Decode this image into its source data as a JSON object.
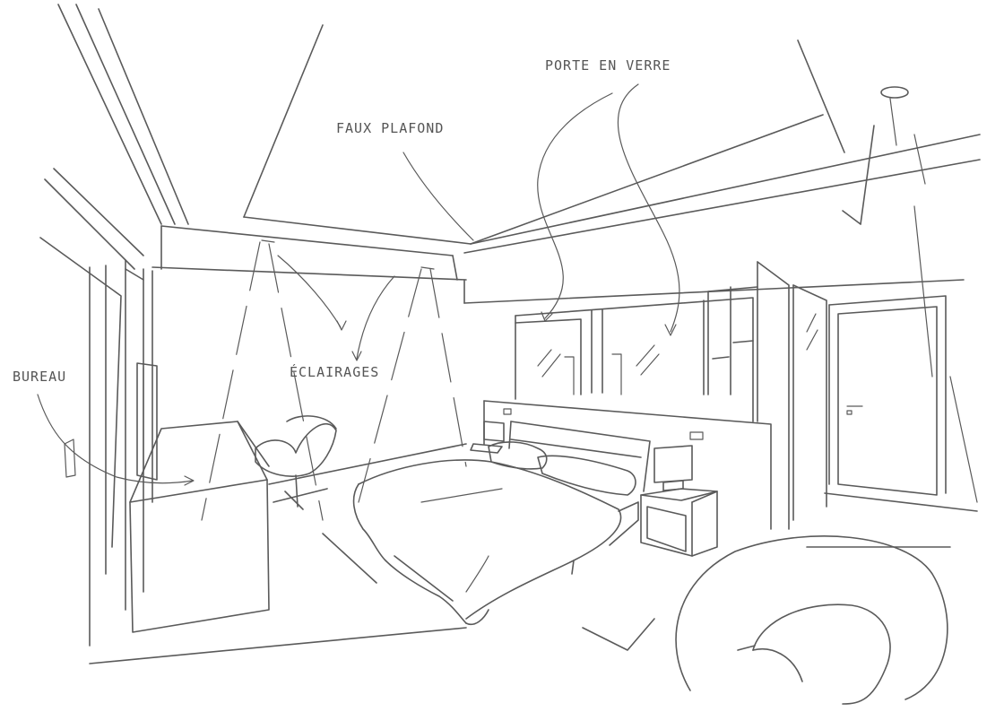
{
  "labels": {
    "porte_en_verre": "PORTE EN VERRE",
    "faux_plafond": "FAUX PLAFOND",
    "eclairages": "ÉCLAIRAGES",
    "bureau": "BUREAU"
  },
  "colors": {
    "ink": "#5a5a5a",
    "background": "#ffffff"
  }
}
